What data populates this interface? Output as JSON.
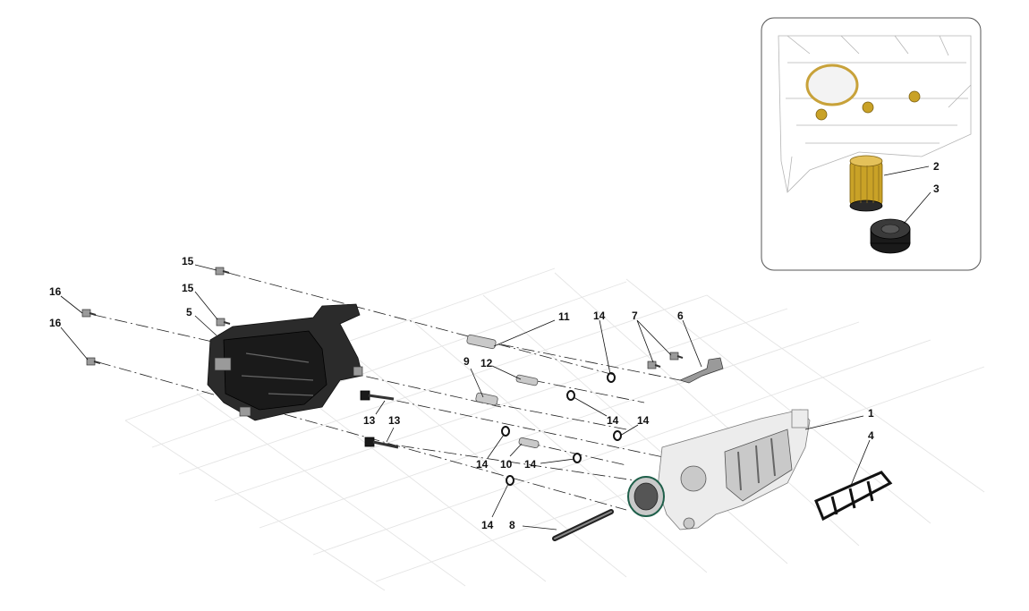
{
  "labels": [
    {
      "id": "p1",
      "text": "1"
    },
    {
      "id": "p2",
      "text": "2"
    },
    {
      "id": "p3",
      "text": "3"
    },
    {
      "id": "p4",
      "text": "4"
    },
    {
      "id": "p5",
      "text": "5"
    },
    {
      "id": "p6",
      "text": "6"
    },
    {
      "id": "p7",
      "text": "7"
    },
    {
      "id": "p8",
      "text": "8"
    },
    {
      "id": "p9",
      "text": "9"
    },
    {
      "id": "p10",
      "text": "10"
    },
    {
      "id": "p11",
      "text": "11"
    },
    {
      "id": "p12",
      "text": "12"
    },
    {
      "id": "p13a",
      "text": "13"
    },
    {
      "id": "p13b",
      "text": "13"
    },
    {
      "id": "p14a",
      "text": "14"
    },
    {
      "id": "p14b",
      "text": "14"
    },
    {
      "id": "p14c",
      "text": "14"
    },
    {
      "id": "p14d",
      "text": "14"
    },
    {
      "id": "p14e",
      "text": "14"
    },
    {
      "id": "p14f",
      "text": "14"
    },
    {
      "id": "p15a",
      "text": "15"
    },
    {
      "id": "p15b",
      "text": "15"
    },
    {
      "id": "p16a",
      "text": "16"
    },
    {
      "id": "p16b",
      "text": "16"
    }
  ]
}
